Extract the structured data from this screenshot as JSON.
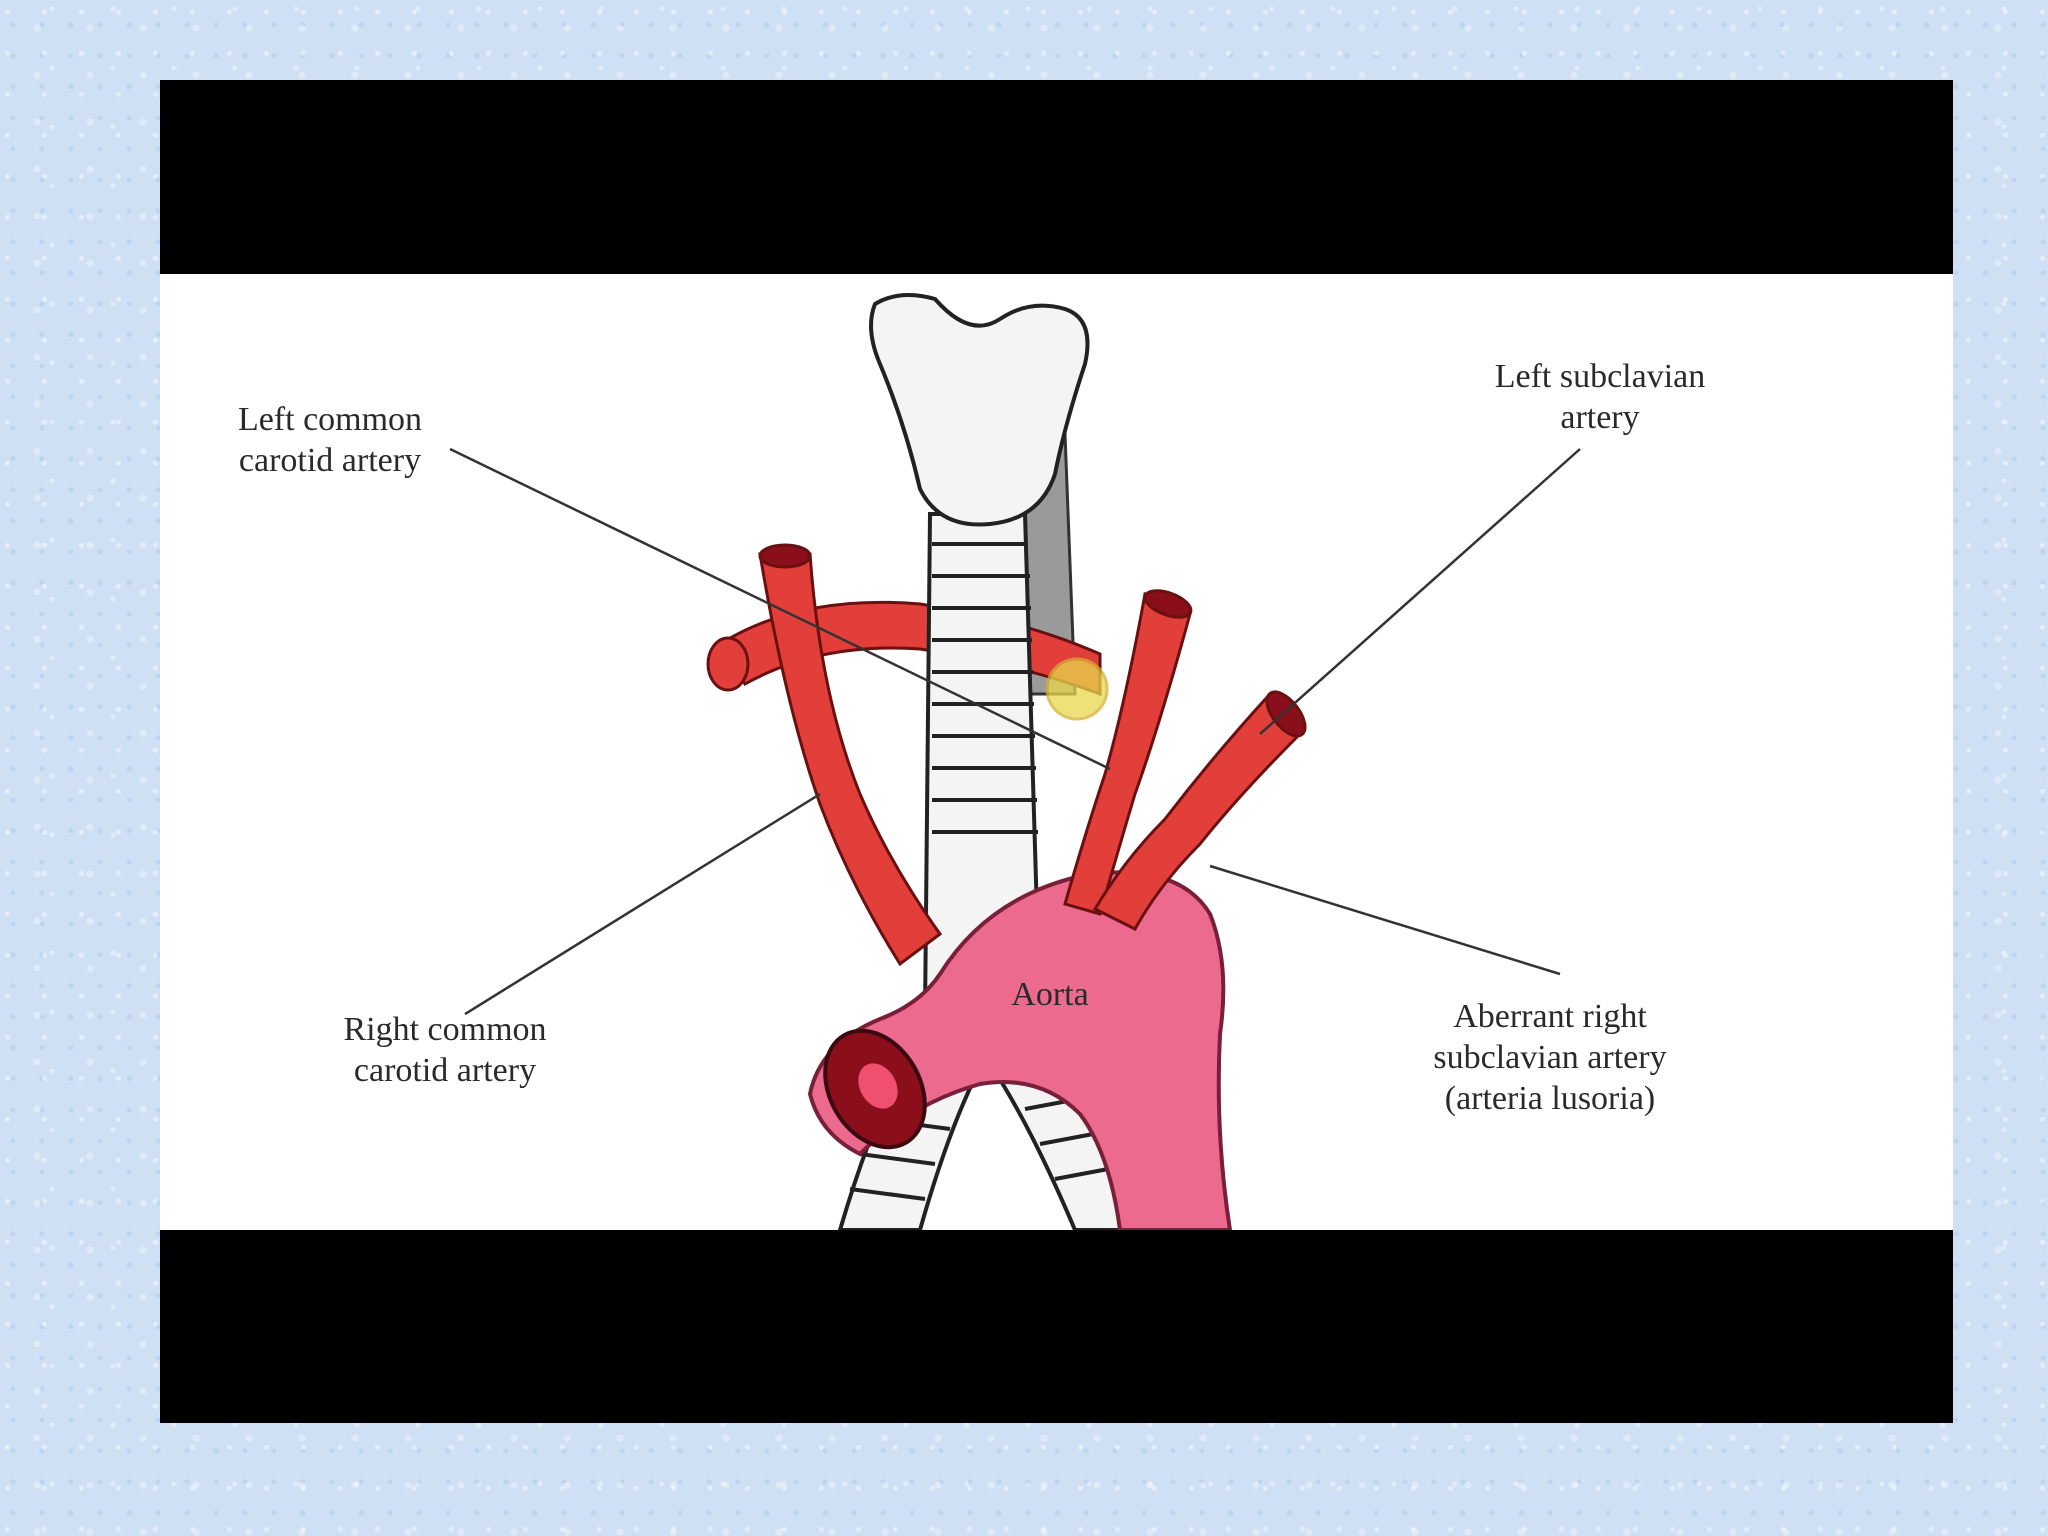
{
  "labels": {
    "left_common_carotid": "Left common\ncarotid artery",
    "left_subclavian": "Left subclavian\nartery",
    "right_common_carotid": "Right common\ncarotid artery",
    "aberrant_right_subclavian": "Aberrant right\nsubclavian artery\n(arteria lusoria)",
    "aorta": "Aorta"
  },
  "colors": {
    "artery_red": "#e23e3a",
    "aorta_pink": "#ec6a8e",
    "trachea_white": "#f4f4f4",
    "esophagus_grey": "#9a9a9a",
    "cursor_highlight": "#e8d84a"
  }
}
